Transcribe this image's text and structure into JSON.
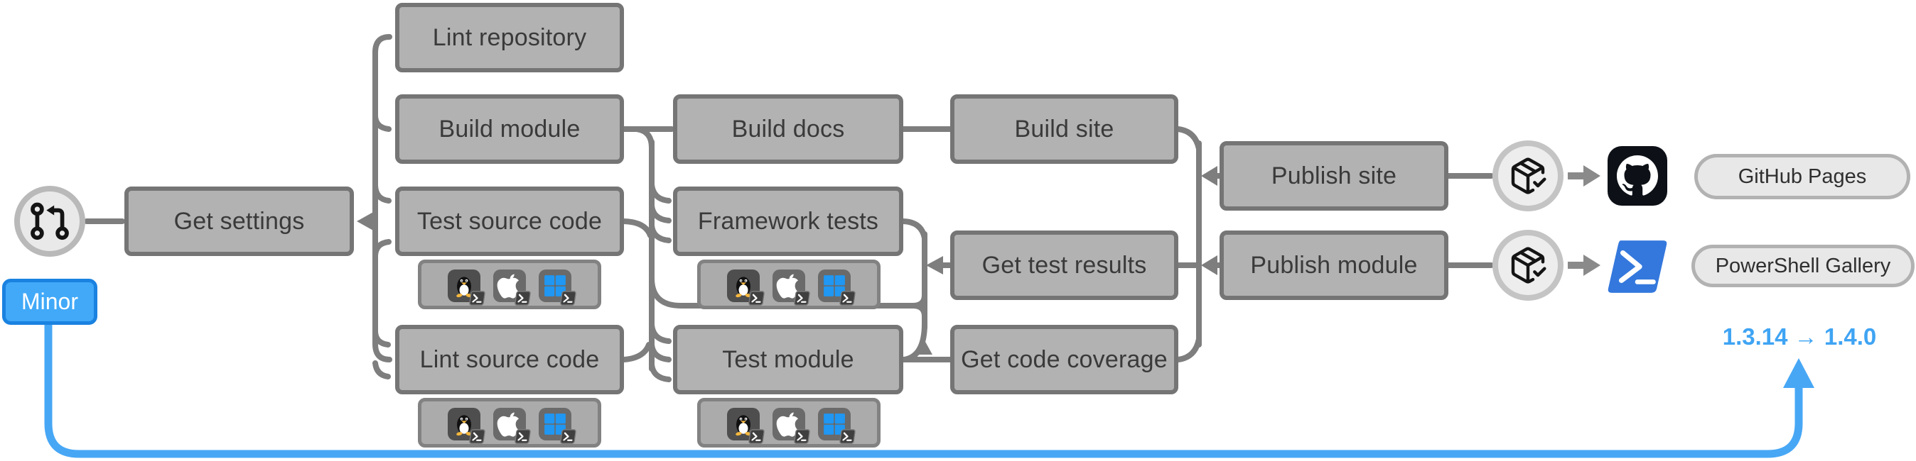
{
  "diagram": {
    "trigger": {
      "badge_label": "Minor",
      "version_change": "1.3.14 → 1.4.0",
      "source_icon": "git-pull-request-icon"
    },
    "nodes": {
      "get_settings": {
        "label": "Get settings"
      },
      "lint_repository": {
        "label": "Lint repository"
      },
      "build_module": {
        "label": "Build module"
      },
      "test_source_code": {
        "label": "Test source code"
      },
      "lint_source_code": {
        "label": "Lint source code"
      },
      "build_docs": {
        "label": "Build docs"
      },
      "framework_tests": {
        "label": "Framework tests"
      },
      "test_module": {
        "label": "Test module"
      },
      "build_site": {
        "label": "Build site"
      },
      "get_test_results": {
        "label": "Get test results"
      },
      "get_code_coverage": {
        "label": "Get code coverage"
      },
      "publish_site": {
        "label": "Publish site"
      },
      "publish_module": {
        "label": "Publish module"
      }
    },
    "platform_chips": {
      "platforms": [
        {
          "id": "linux",
          "label": "Linux"
        },
        {
          "id": "macos",
          "label": "macOS"
        },
        {
          "id": "windows",
          "label": "Windows"
        }
      ],
      "shell_badge": {
        "id": "pwsh",
        "label": "pwsh"
      }
    },
    "publish_icon": "package-check-icon",
    "deploy_targets": {
      "github_pages": {
        "label": "GitHub Pages",
        "icon": "github-icon"
      },
      "powershell_gallery": {
        "label": "PowerShell Gallery",
        "icon": "powershell-icon"
      }
    },
    "colors": {
      "node_fill": "#b2b2b2",
      "node_border": "#757575",
      "connector_gray": "#7e7e7e",
      "accent_blue": "#47a7f5",
      "badge_border_blue": "#1a82e0",
      "windows_blue": "#1f97f3",
      "github_black": "#0d1117",
      "powershell_blue": "#3478dd"
    }
  }
}
